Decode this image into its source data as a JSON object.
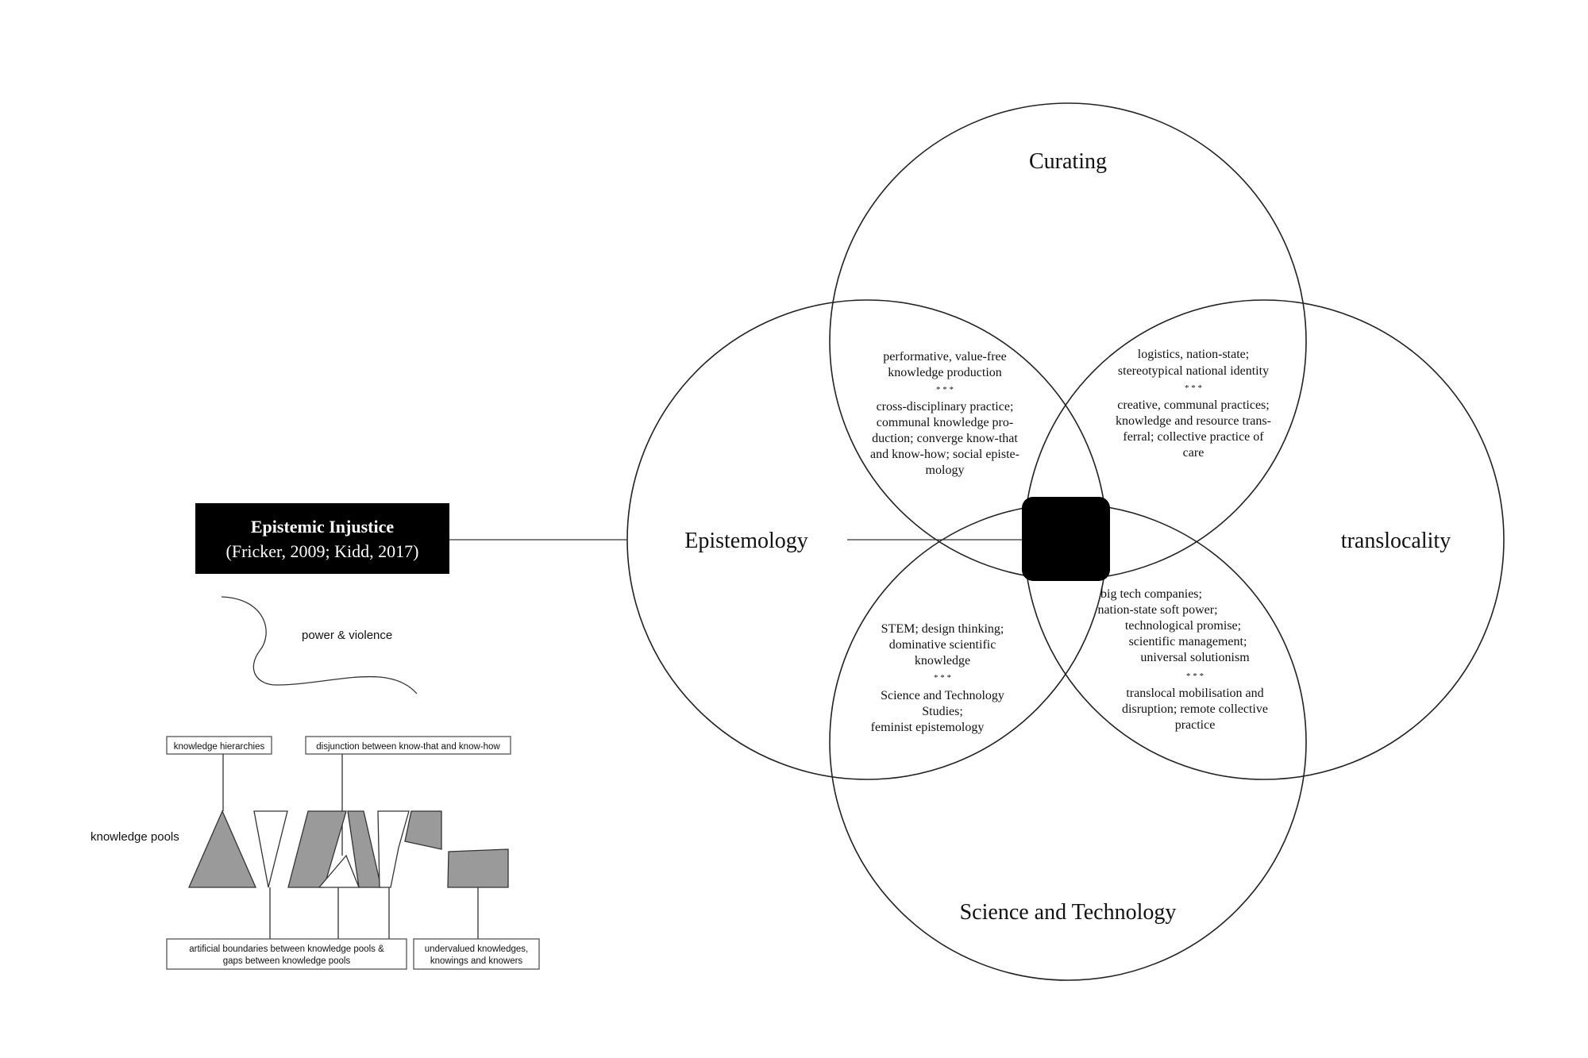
{
  "sets": {
    "curating": "Curating",
    "epistemology": "Epistemology",
    "translocality": "translocality",
    "science_technology": "Science and Technology"
  },
  "overlaps": {
    "curating_epistemology": [
      "performative, value-free",
      "knowledge production",
      "* * *",
      "cross-disciplinary practice;",
      "communal knowledge pro-",
      "duction; converge know-that",
      "and know-how; social episte-",
      "mology"
    ],
    "curating_translocality": [
      "logistics, nation-state;",
      "stereotypical national identity",
      "* * *",
      "creative, communal practices;",
      "knowledge and resource trans-",
      "ferral; collective practice of",
      "care"
    ],
    "epistemology_science": [
      "STEM; design thinking;",
      "dominative scientific",
      "knowledge",
      "* * *",
      "Science and Technology",
      "Studies;",
      "feminist epistemology"
    ],
    "translocality_science": [
      "big tech companies;",
      "nation-state soft power;",
      "technological promise;",
      "scientific management;",
      "universal solutionism",
      "* * *",
      "translocal mobilisation and",
      "disruption; remote collective",
      "practice"
    ]
  },
  "injustice": {
    "title": "Epistemic Injustice",
    "citation": "(Fricker, 2009; Kidd, 2017)"
  },
  "power_label": "power & violence",
  "pools": {
    "label": "knowledge pools",
    "top_boxes": [
      "knowledge hierarchies",
      "disjunction between know-that and know-how"
    ],
    "bottom_boxes": [
      [
        "artificial boundaries between knowledge pools &",
        "gaps between knowledge pools"
      ],
      [
        "undervalued knowledges,",
        "knowings and knowers"
      ]
    ]
  },
  "colors": {
    "fill_gray": "#9a9a9a",
    "black": "#000000",
    "line": "#222222"
  }
}
